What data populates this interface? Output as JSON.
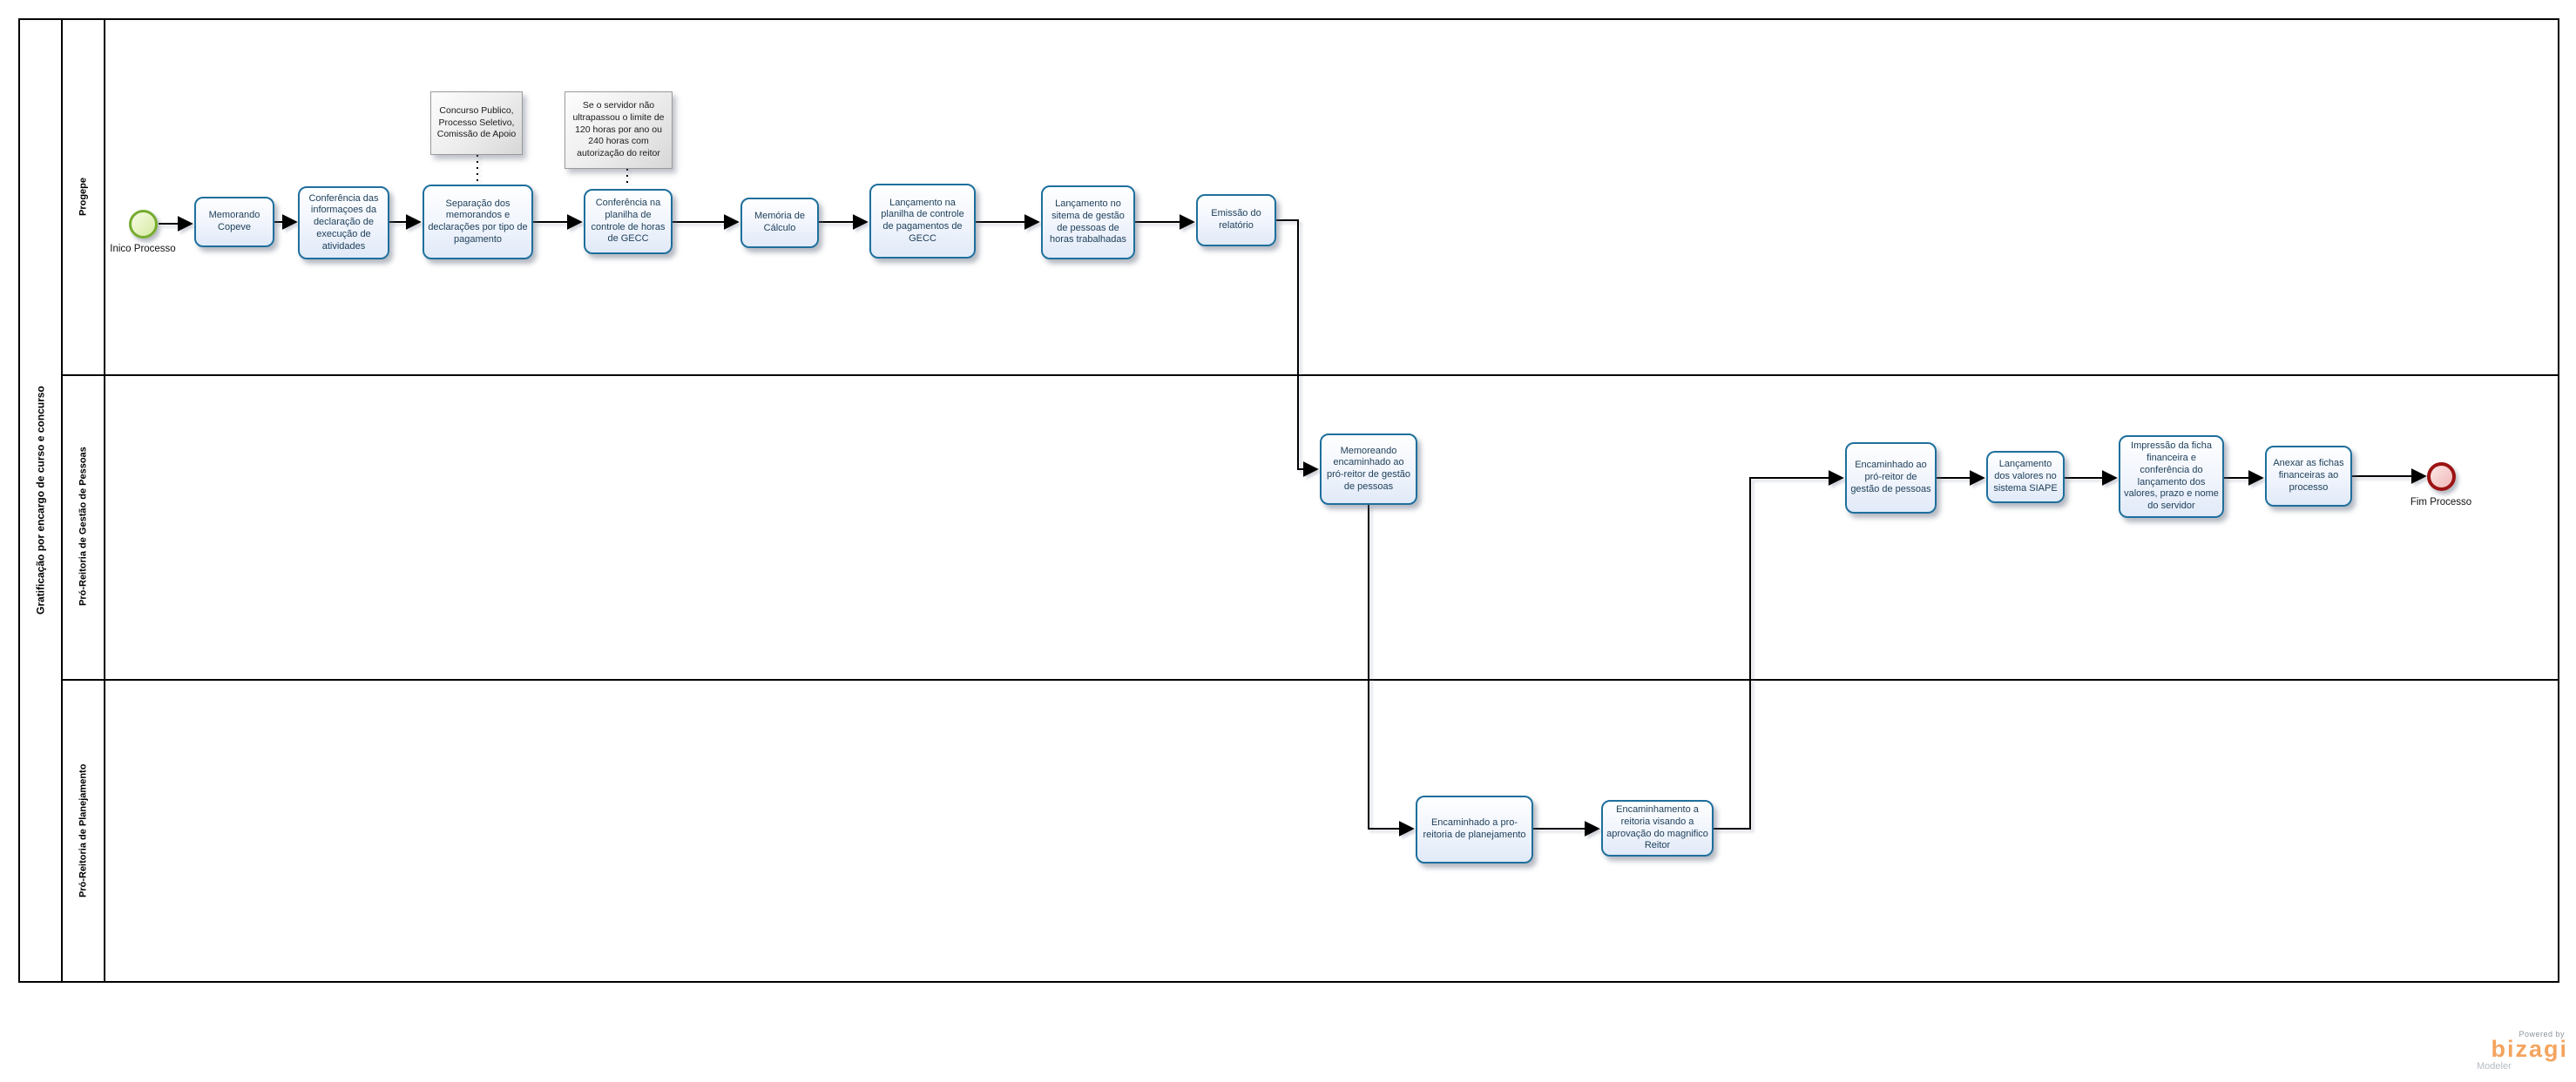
{
  "pool": {
    "name": "Gratificação por encargo de curso e concurso"
  },
  "lanes": [
    {
      "name": "Progepe"
    },
    {
      "name": "Pró-Reitoria de Gestão de Pessoas"
    },
    {
      "name": "Pró-Reitoria de Planejamento"
    }
  ],
  "events": {
    "start": {
      "label": "Inico Processo"
    },
    "end": {
      "label": "Fim Processo"
    }
  },
  "tasks": [
    {
      "label": "Memorando Copeve"
    },
    {
      "label": "Conferência das informaçoes da declaração de execução de atividades"
    },
    {
      "label": "Separação dos memorandos e declarações por tipo de pagamento"
    },
    {
      "label": "Conferência na planilha de controle de horas de GECC"
    },
    {
      "label": "Memória de Cálculo"
    },
    {
      "label": "Lançamento na planilha de controle de pagamentos de GECC"
    },
    {
      "label": "Lançamento no sitema de gestão de pessoas de horas trabalhadas"
    },
    {
      "label": "Emissão do relatório"
    },
    {
      "label": "Memoreando encaminhado ao pró-reitor de gestão de pessoas"
    },
    {
      "label": "Encaminhado a pro-reitoria de planejamento"
    },
    {
      "label": "Encaminhamento a reitoria visando a aprovação do magnifico Reitor"
    },
    {
      "label": "Encaminhado ao pró-reitor de gestão de pessoas"
    },
    {
      "label": "Lançamento dos valores no sistema SIAPE"
    },
    {
      "label": "Impressão da ficha financeira e conferência do lançamento dos valores, prazo e nome do servidor"
    },
    {
      "label": "Anexar as fichas financeiras ao processo"
    }
  ],
  "annotations": [
    {
      "text": "Concurso Publico, Processo Seletivo, Comissão de Apoio"
    },
    {
      "text": "Se o servidor não ultrapassou o limite de 120 horas por ano ou 240 horas com autorização do reitor"
    }
  ],
  "branding": {
    "powered_by": "Powered by",
    "logo": "bizagi",
    "subtitle": "Modeler"
  },
  "colors": {
    "task_border": "#1e6f9c",
    "task_fill": "#e1eaf8",
    "start_border": "#76ab2f",
    "start_fill": "#d4e9a0",
    "end_border": "#9c1313",
    "end_fill": "#f0b9b9",
    "flow": "#000000",
    "annotation_border": "#9a9a9a",
    "logo_orange": "#f3a45f"
  }
}
